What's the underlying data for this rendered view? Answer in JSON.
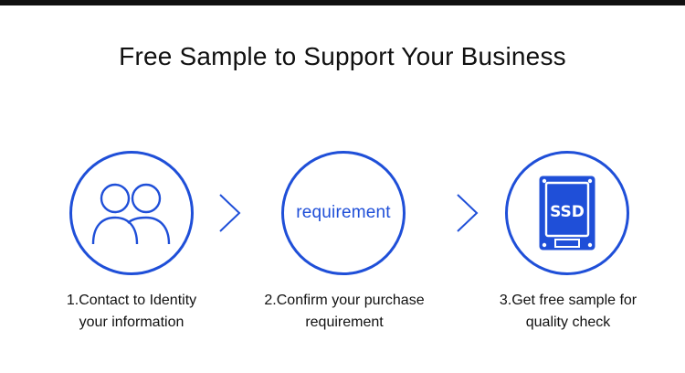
{
  "title": "Free Sample to Support Your Business",
  "colors": {
    "accent": "#1f4fd8",
    "text": "#111111",
    "top_bar": "#111111"
  },
  "steps": [
    {
      "icon": "users-icon",
      "caption_line1": "1.Contact to Identity",
      "caption_line2": "your information"
    },
    {
      "circle_text": "requirement",
      "caption_line1": "2.Confirm your purchase",
      "caption_line2": "requirement"
    },
    {
      "icon": "ssd-icon",
      "icon_text": "SSD",
      "caption_line1": "3.Get free sample for",
      "caption_line2": "quality check"
    }
  ]
}
